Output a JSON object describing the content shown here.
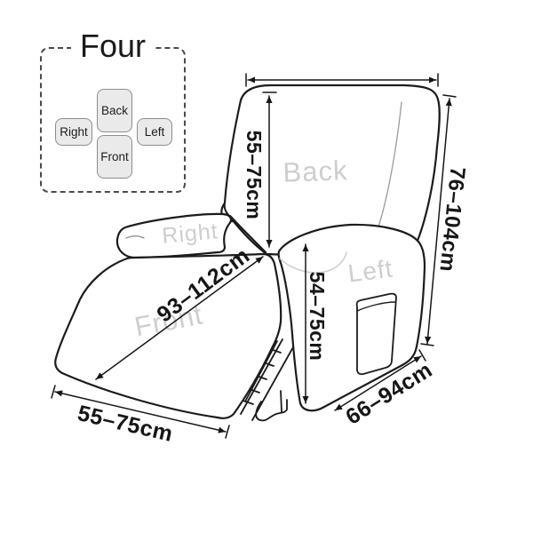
{
  "legend": {
    "title": "Four",
    "tiles": [
      {
        "id": "back",
        "label": "Back"
      },
      {
        "id": "right",
        "label": "Right"
      },
      {
        "id": "left",
        "label": "Left"
      },
      {
        "id": "front",
        "label": "Front"
      }
    ]
  },
  "diagram": {
    "watermarks": {
      "back": "Back",
      "right_arm": "Right",
      "left_arm": "Left",
      "footrest": "Front"
    },
    "dimensions": {
      "back_height": "55–75cm",
      "overall_height": "76–104cm",
      "left_arm_height": "54–75cm",
      "footrest_length": "93–112cm",
      "footrest_width": "55–75cm",
      "seat_depth": "66–94cm"
    }
  },
  "colors": {
    "line": "#1c1c1c",
    "dimension": "#161616",
    "watermark": "#cecece",
    "tile_fill": "#eaeaea",
    "tile_border": "#8d8d8d",
    "background": "#ffffff"
  }
}
